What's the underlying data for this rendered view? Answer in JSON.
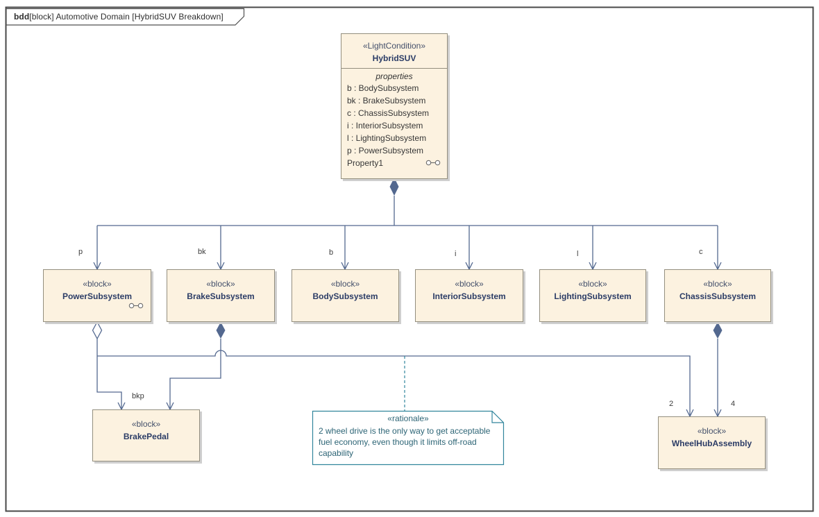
{
  "frame": {
    "keyword": "bdd",
    "title": "[block] Automotive Domain [HybridSUV Breakdown]"
  },
  "hybrid_suv": {
    "stereotype": "«LightCondition»",
    "name": "HybridSUV",
    "compartment_label": "properties",
    "properties": [
      "b : BodySubsystem",
      "bk : BrakeSubsystem",
      "c : ChassisSubsystem",
      "i : InteriorSubsystem",
      "l : LightingSubsystem",
      "p : PowerSubsystem",
      "Property1"
    ]
  },
  "subsystems": [
    {
      "stereotype": "«block»",
      "name": "PowerSubsystem",
      "role": "p"
    },
    {
      "stereotype": "«block»",
      "name": "BrakeSubsystem",
      "role": "bk"
    },
    {
      "stereotype": "«block»",
      "name": "BodySubsystem",
      "role": "b"
    },
    {
      "stereotype": "«block»",
      "name": "InteriorSubsystem",
      "role": "i"
    },
    {
      "stereotype": "«block»",
      "name": "LightingSubsystem",
      "role": "l"
    },
    {
      "stereotype": "«block»",
      "name": "ChassisSubsystem",
      "role": "c"
    }
  ],
  "parts": [
    {
      "stereotype": "«block»",
      "name": "BrakePedal"
    },
    {
      "stereotype": "«block»",
      "name": "WheelHubAssembly"
    }
  ],
  "edge_labels": {
    "brake_pedal_role": "bkp",
    "wheel_mult_left": "2",
    "wheel_mult_right": "4"
  },
  "note": {
    "stereotype": "«rationale»",
    "text": "2 wheel drive is the only way to get acceptable fuel economy, even though it limits off-road capability"
  },
  "colors": {
    "connector": "#53688F",
    "block_fill": "#FCF2E0",
    "block_border": "#938E7E",
    "note_accent": "#31859C",
    "frame_border": "#484848"
  }
}
